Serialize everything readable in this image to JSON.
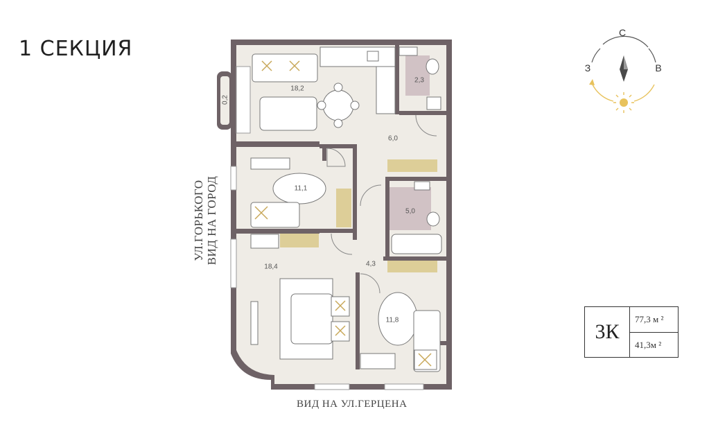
{
  "page_title": "1 СЕКЦИЯ",
  "side_view": {
    "line1": "УЛ.ГОРЬКОГО",
    "line2": "ВИД НА ГОРОД"
  },
  "bottom_view": "ВИД НА УЛ.ГЕРЦЕНА",
  "rooms": [
    {
      "area": "18,2"
    },
    {
      "area": "2,3"
    },
    {
      "area": "0,2"
    },
    {
      "area": "6,0"
    },
    {
      "area": "11,1"
    },
    {
      "area": "5,0"
    },
    {
      "area": "18,4"
    },
    {
      "area": "4,3"
    },
    {
      "area": "11,8"
    }
  ],
  "compass": {
    "north": "С",
    "west": "З",
    "east": "В"
  },
  "apartment": {
    "type": "3К",
    "total_area": "77,3 м ²",
    "living_area": "41,3м  ²"
  },
  "colors": {
    "wall": "#6e6266",
    "floor": "#efece6",
    "tile": "#c9b8bd",
    "wardrobe": "#d9c98a",
    "sun": "#e8c25c",
    "north_arrow": "#4a4a4a"
  }
}
